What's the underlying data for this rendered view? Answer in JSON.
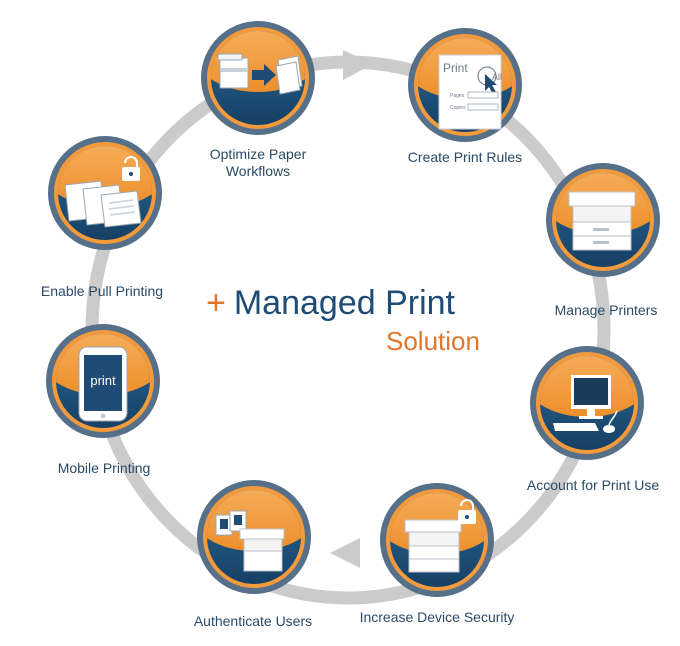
{
  "center": {
    "plus": "+",
    "title": "Managed Print",
    "subtitle": "Solution"
  },
  "steps": [
    {
      "label": "Optimize Paper\nWorkflows",
      "icon": "paper-workflow-icon"
    },
    {
      "label": "Create Print Rules",
      "icon": "print-dialog-icon"
    },
    {
      "label": "Manage Printers",
      "icon": "printer-icon"
    },
    {
      "label": "Account for Print Use",
      "icon": "computer-icon"
    },
    {
      "label": "Increase Device Security",
      "icon": "secure-printer-icon"
    },
    {
      "label": "Authenticate Users",
      "icon": "badge-printer-icon"
    },
    {
      "label": "Mobile Printing",
      "icon": "phone-icon"
    },
    {
      "label": "Enable Pull Printing",
      "icon": "locked-documents-icon"
    }
  ],
  "icon_text": {
    "dialog_title": "Print",
    "dialog_option": "All",
    "dialog_pages": "Pages",
    "dialog_copies": "Copies",
    "phone_text": "print"
  },
  "colors": {
    "ring": "#c9c9c9",
    "circle_blue": "#1f5783",
    "circle_orange": "#f29a3c",
    "title_blue": "#1f4c74",
    "accent_orange": "#e0762c",
    "label_text": "#2b4a66"
  }
}
